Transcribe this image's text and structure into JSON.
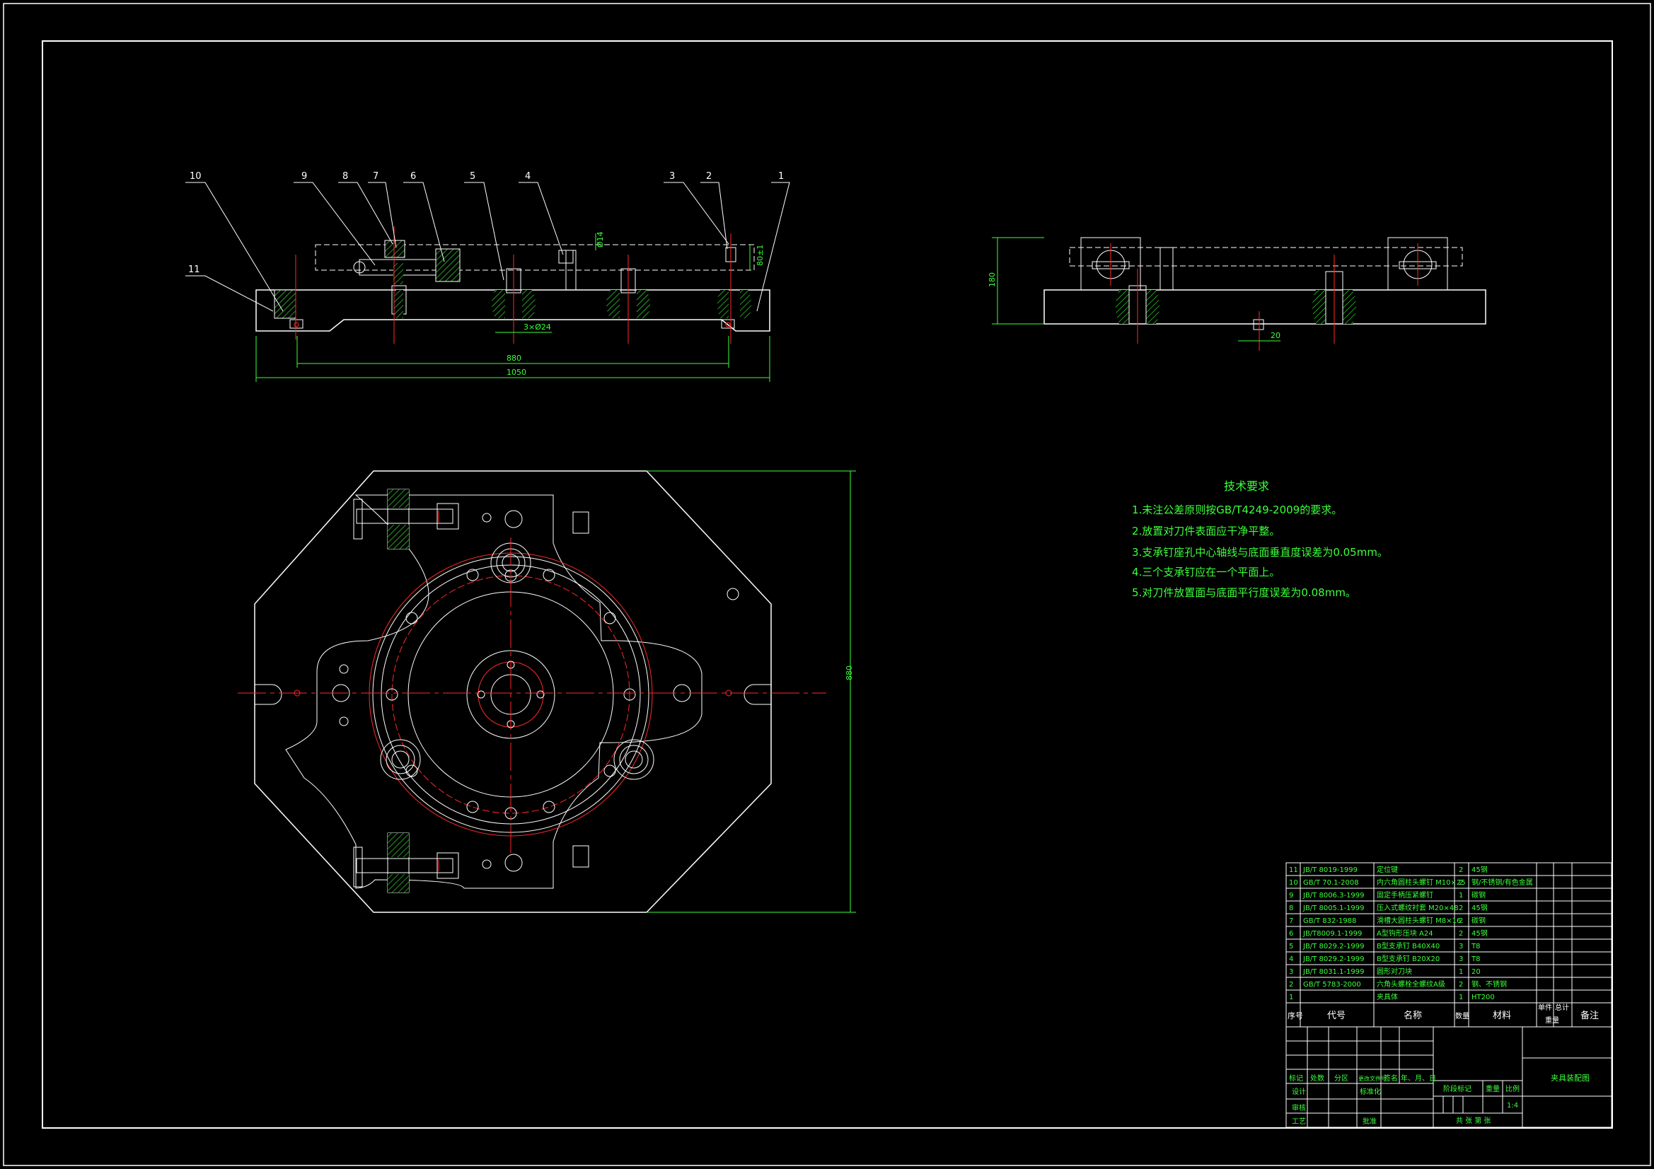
{
  "views": {
    "front": {
      "balloons": [
        "10",
        "9",
        "8",
        "7",
        "6",
        "5",
        "4",
        "3",
        "2",
        "1",
        "11"
      ],
      "dims": [
        "880",
        "1050",
        "3×Ø24",
        "Ø14",
        "80±1"
      ]
    },
    "side": {
      "dims": [
        "180",
        "20"
      ]
    },
    "top": {
      "dims": [
        "880"
      ]
    }
  },
  "requirements": {
    "title": "技术要求",
    "items": [
      "1.未注公差原则按GB/T4249-2009的要求。",
      "2.放置对刀件表面应干净平整。",
      "3.支承钉座孔中心轴线与底面垂直度误差为0.05mm。",
      "4.三个支承钉应在一个平面上。",
      "5.对刀件放置面与底面平行度误差为0.08mm。"
    ]
  },
  "bom": {
    "rows": [
      {
        "no": "11",
        "code": "JB/T 8019-1999",
        "name": "定位键",
        "qty": "2",
        "material": "45钢"
      },
      {
        "no": "10",
        "code": "GB/T 70.1-2008",
        "name": "内六角圆柱头螺钉 M10×25",
        "qty": "2",
        "material": "钢/不锈钢/有色金属"
      },
      {
        "no": "9",
        "code": "JB/T 8006.3-1999",
        "name": "固定手柄压紧螺钉",
        "qty": "1",
        "material": "碳钢"
      },
      {
        "no": "8",
        "code": "JB/T 8005.1-1999",
        "name": "压入式螺纹衬套 M20×48",
        "qty": "2",
        "material": "45钢"
      },
      {
        "no": "7",
        "code": "GB/T 832-1988",
        "name": "滑槽大圆柱头螺钉 M8×16",
        "qty": "2",
        "material": "碳钢"
      },
      {
        "no": "6",
        "code": "JB/T8009.1-1999",
        "name": "A型钩形压块 A24",
        "qty": "2",
        "material": "45钢"
      },
      {
        "no": "5",
        "code": "JB/T 8029.2-1999",
        "name": "B型支承钉 B40X40",
        "qty": "3",
        "material": "T8"
      },
      {
        "no": "4",
        "code": "JB/T 8029.2-1999",
        "name": "B型支承钉 B20X20",
        "qty": "3",
        "material": "T8"
      },
      {
        "no": "3",
        "code": "JB/T 8031.1-1999",
        "name": "圆形对刀块",
        "qty": "1",
        "material": "20"
      },
      {
        "no": "2",
        "code": "GB/T 5783-2000",
        "name": "六角头螺栓全螺纹A级",
        "qty": "2",
        "material": "钢、不锈钢"
      },
      {
        "no": "1",
        "code": "",
        "name": "夹具体",
        "qty": "1",
        "material": "HT200"
      }
    ],
    "headers": {
      "no": "序号",
      "code": "代号",
      "name": "名称",
      "qty": "数量",
      "material": "材料",
      "weight_single": "单件",
      "weight_total": "总计",
      "weight": "重量",
      "remark": "备注"
    }
  },
  "title_block": {
    "title": "夹具装配图",
    "labels": [
      "标记",
      "处数",
      "分区",
      "更改文件号",
      "签名",
      "年、月、日"
    ],
    "designer": "设计",
    "standard": "标准化",
    "checker": "审核",
    "process": "工艺",
    "approve": "批准",
    "stage": "阶段标记",
    "weight": "重量",
    "scale_label": "比例",
    "scale_value": "1:4",
    "sheet": "共 张 第 张"
  },
  "colors": {
    "outline": "#ffffff",
    "centerline": "#ff2a2a",
    "annotation": "#3cff3c"
  }
}
